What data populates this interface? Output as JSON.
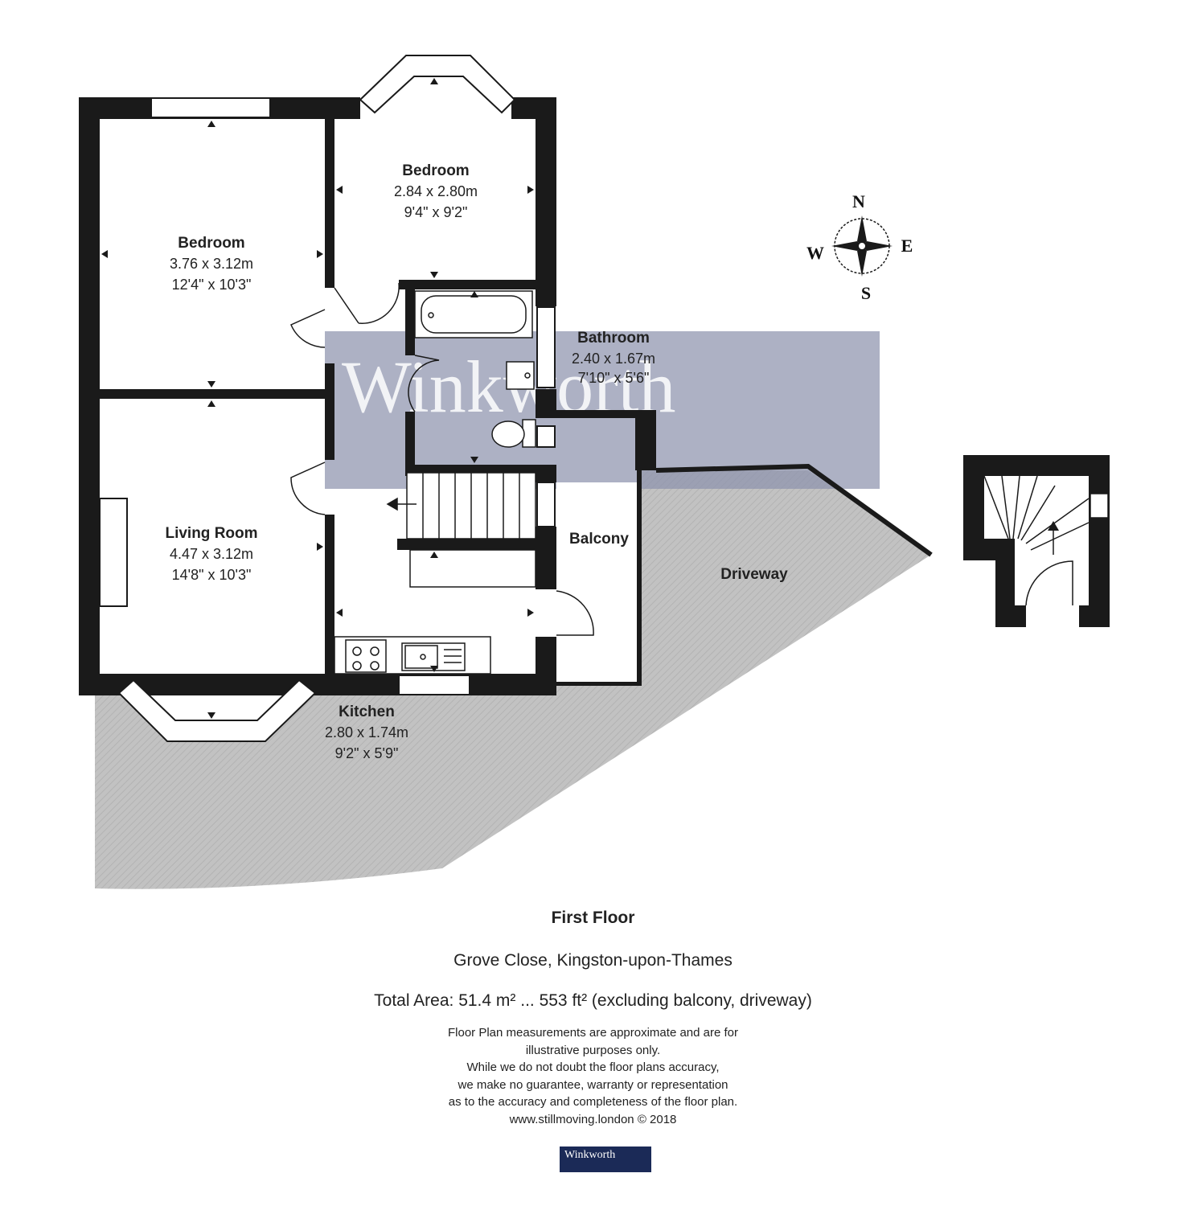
{
  "watermark": "Winkworth",
  "compass": {
    "n": "N",
    "e": "E",
    "s": "S",
    "w": "W"
  },
  "rooms": {
    "bedroom_1": {
      "name": "Bedroom",
      "metric": "3.76 x 3.12m",
      "imperial": "12'4\" x 10'3\""
    },
    "bedroom_2": {
      "name": "Bedroom",
      "metric": "2.84 x 2.80m",
      "imperial": "9'4\" x 9'2\""
    },
    "bathroom": {
      "name": "Bathroom",
      "metric": "2.40 x 1.67m",
      "imperial": "7'10\" x 5'6\""
    },
    "living_room": {
      "name": "Living Room",
      "metric": "4.47 x 3.12m",
      "imperial": "14'8\" x 10'3\""
    },
    "kitchen": {
      "name": "Kitchen",
      "metric": "2.80 x 1.74m",
      "imperial": "9'2\" x 5'9\""
    },
    "balcony": {
      "name": "Balcony"
    },
    "driveway": {
      "name": "Driveway"
    }
  },
  "footer": {
    "floor_title": "First Floor",
    "address": "Grove Close, Kingston-upon-Thames",
    "total_area": "Total Area: 51.4 m² ... 553 ft² (excluding balcony, driveway)",
    "disclaimer": [
      "Floor Plan measurements are approximate and are for",
      "illustrative purposes only.",
      "While we do not doubt the floor plans accuracy,",
      "we make no guarantee, warranty or representation",
      "as to the accuracy and completeness of the floor plan.",
      "www.stillmoving.london © 2018"
    ],
    "logo": "Winkworth"
  },
  "colors": {
    "wall": "#1a1a1a",
    "driveway": "#bdbdbd",
    "watermark_band": "#8d93ad"
  }
}
